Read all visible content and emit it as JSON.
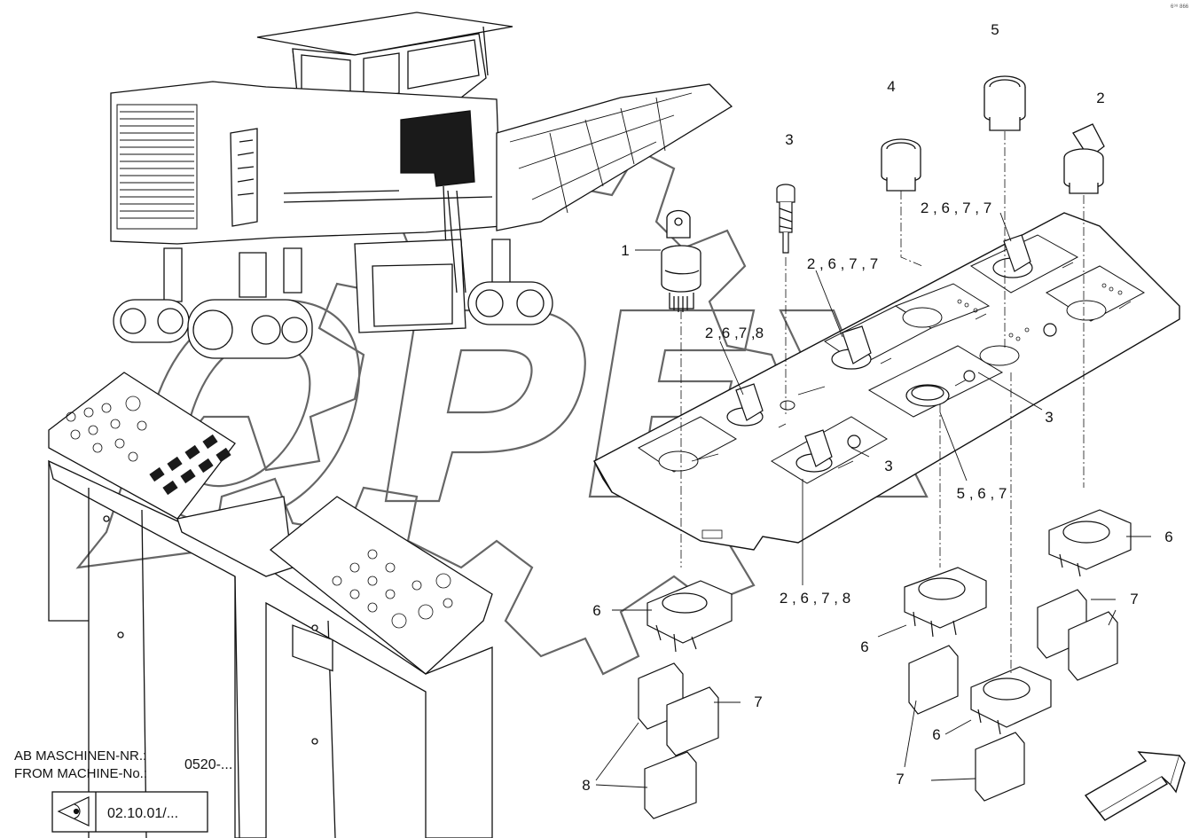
{
  "header": {
    "tag": "6⁹⁸ 866"
  },
  "labels": {
    "l1": "1",
    "l2": "2",
    "l3a": "3",
    "l3b": "3",
    "l3c": "3",
    "l4": "4",
    "l5": "5",
    "l6a": "6",
    "l6b": "6",
    "l6c": "6",
    "l6d": "6",
    "l7a": "7",
    "l7b": "7",
    "l7c": "7",
    "l8": "8",
    "g2678a": "2 ,6 ,7 ,8",
    "g2678b": "2 , 6 , 7 , 8",
    "g2677a": "2 , 6 , 7 , 7",
    "g2677b": "2 , 6 , 7 , 7",
    "g567": "5 , 6 , 7"
  },
  "info": {
    "line1_label": "AB MASCHINEN-NR.:",
    "line2_label": "FROM MACHINE-No.:",
    "serial": "0520-...",
    "ref": "02.10.01/..."
  },
  "colors": {
    "line": "#111111",
    "fill": "#ffffff",
    "dark": "#1a1a1a",
    "watermark": "#555555"
  }
}
